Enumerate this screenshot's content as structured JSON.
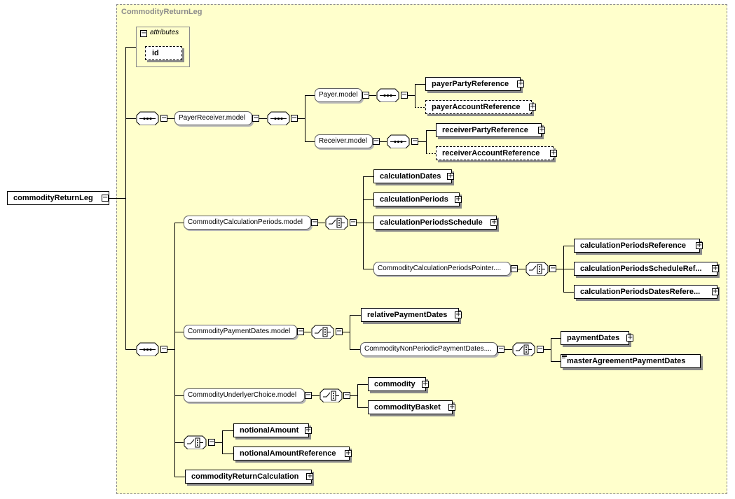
{
  "schema": {
    "root": "commodityReturnLeg",
    "type_name": "CommodityReturnLeg",
    "attributes_label": "attributes",
    "attributes": [
      "id"
    ]
  },
  "payer_receiver": {
    "model": "PayerReceiver.model",
    "payer_model": "Payer.model",
    "payer_party_ref": "payerPartyReference",
    "payer_account_ref": "payerAccountReference",
    "receiver_model": "Receiver.model",
    "receiver_party_ref": "receiverPartyReference",
    "receiver_account_ref": "receiverAccountReference"
  },
  "calc_periods": {
    "model": "CommodityCalculationPeriods.model",
    "dates": "calculationDates",
    "periods": "calculationPeriods",
    "schedule": "calculationPeriodsSchedule",
    "pointer_model": "CommodityCalculationPeriodsPointer....",
    "periods_ref": "calculationPeriodsReference",
    "schedule_ref": "calculationPeriodsScheduleRef...",
    "dates_ref": "calculationPeriodsDatesRefere..."
  },
  "payment_dates": {
    "model": "CommodityPaymentDates.model",
    "relative": "relativePaymentDates",
    "non_periodic_model": "CommodityNonPeriodicPaymentDates....",
    "payment_dates": "paymentDates",
    "master_agreement": "masterAgreementPaymentDates"
  },
  "underlyer": {
    "model": "CommodityUnderlyerChoice.model",
    "commodity": "commodity",
    "basket": "commodityBasket"
  },
  "notional": {
    "amount": "notionalAmount",
    "reference": "notionalAmountReference"
  },
  "return_calc": "commodityReturnCalculation",
  "icons": {
    "collapse": "minus-icon",
    "expand": "plus-icon",
    "sequence": "sequence-compositor-icon",
    "choice": "choice-compositor-icon"
  },
  "colors": {
    "canvas": "#ffffcc",
    "frame_border": "#8c8c8c",
    "shadow": "#8a8a8a"
  }
}
